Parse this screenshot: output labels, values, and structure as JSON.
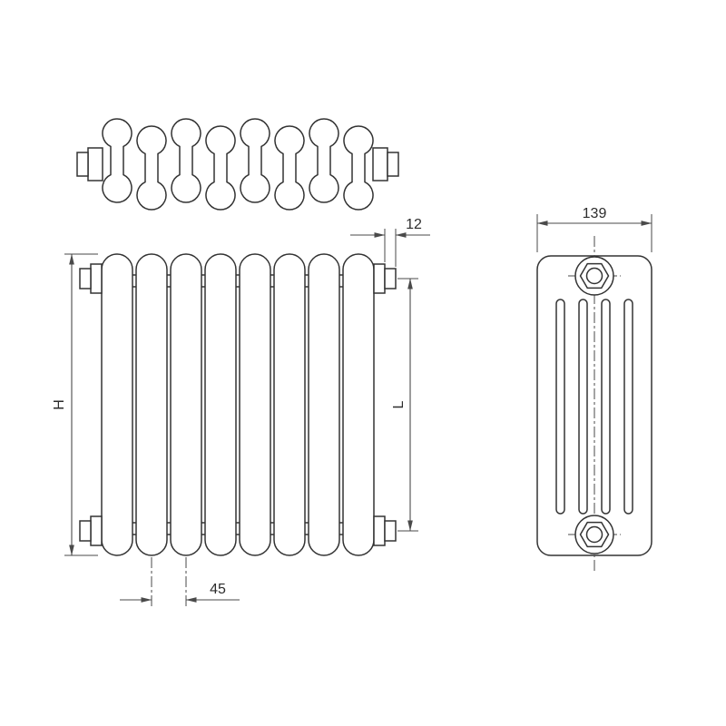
{
  "page": {
    "background": "#ffffff",
    "line_color": "#333333",
    "dimension_line_color": "#4a4a4a"
  },
  "drawing": {
    "name": "radiator-three-view-technical-drawing",
    "views": {
      "top": "top-view-section-profiles",
      "front": "front-view-columns",
      "side": "side-view-with-plugs"
    },
    "labels": {
      "depth": "139",
      "connector_offset": "12",
      "height": "H",
      "axis_distance": "L",
      "section_pitch": "45"
    }
  }
}
